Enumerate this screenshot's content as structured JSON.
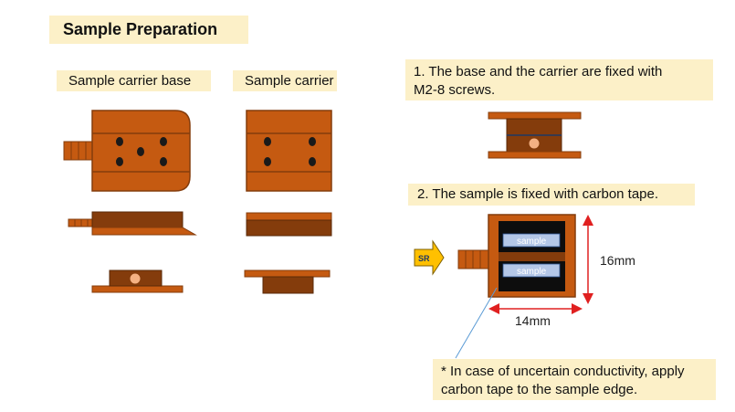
{
  "title": "Sample Preparation",
  "labels": {
    "base": "Sample carrier base",
    "carrier": "Sample carrier"
  },
  "notes": {
    "step1_line1": "1. The base and the carrier are fixed with",
    "step1_line2": "M2-8 screws.",
    "step2": "2. The sample is fixed with carbon tape.",
    "warning_line1": "* In case of uncertain conductivity, apply",
    "warning_line2": "carbon tape to the sample edge."
  },
  "assembly": {
    "sample_label": "sample",
    "sr_label": "SR",
    "height_dimension": "16mm",
    "width_dimension": "14mm"
  },
  "colors": {
    "orange": "#c55a11",
    "dark_brown": "#843c0c",
    "label_bg": "#fcf0c8",
    "dimension_red": "#e02020",
    "sr_arrow": "#ffc000",
    "sample_blue": "#b4c7e7",
    "pointer_line": "#5b9bd5"
  }
}
